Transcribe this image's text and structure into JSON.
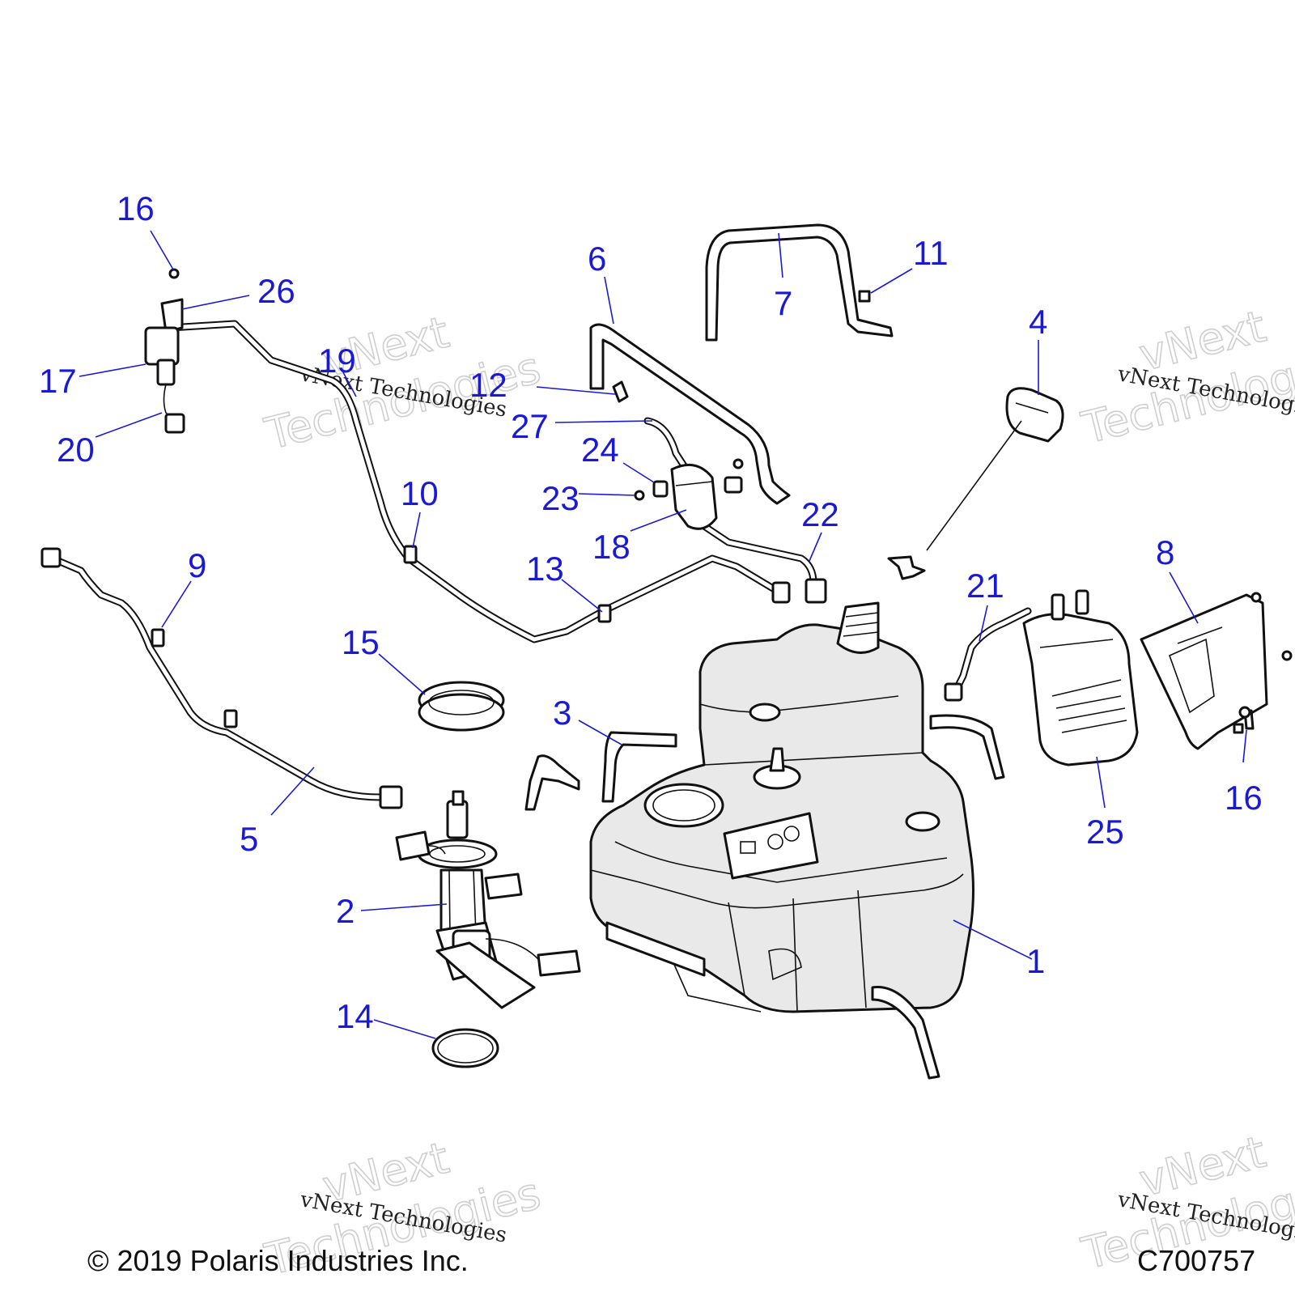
{
  "callouts": [
    "1",
    "2",
    "3",
    "4",
    "5",
    "6",
    "7",
    "8",
    "9",
    "10",
    "11",
    "12",
    "13",
    "14",
    "15",
    "16",
    "16",
    "17",
    "18",
    "19",
    "20",
    "21",
    "22",
    "23",
    "24",
    "25",
    "26",
    "27"
  ],
  "watermark": {
    "big_line1": "vNext",
    "big_line2": "Technologies",
    "small": "vNext Technologies"
  },
  "footer": {
    "copyright": "© 2019 Polaris Industries Inc.",
    "code": "C700757"
  },
  "colors": {
    "callout": "#1a1ad6",
    "line_art": "#111111",
    "tank_fill": "#e9e9e9"
  }
}
